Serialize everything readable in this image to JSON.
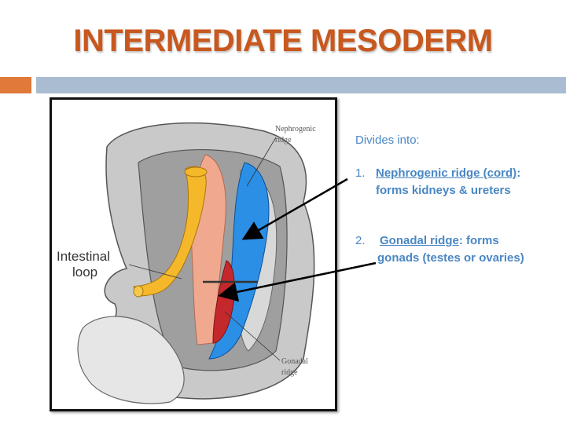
{
  "slide": {
    "title": "INTERMEDIATE MESODERM",
    "accent_orange": "#e0793a",
    "accent_blue": "#a9bcd1",
    "title_color": "#c8581e"
  },
  "diagram": {
    "label_nephrogenic_line1": "Nephrogenic",
    "label_nephrogenic_line2": "ridge",
    "label_intestinal_line1": "Intestinal",
    "label_intestinal_line2": "loop",
    "label_gonadal_line1": "Gonadal",
    "label_gonadal_line2": "ridge",
    "colors": {
      "yellow": "#f5b82a",
      "pink": "#f0a98e",
      "blue": "#2b8fe6",
      "red": "#c4282d",
      "gray": "#bdbdbd"
    }
  },
  "notes": {
    "intro": "Divides into:",
    "item1_number": "1.",
    "item1_term": "Nephrogenic ridge (cord)",
    "item1_colon": ":",
    "item1_desc": "forms kidneys & ureters",
    "item2_number": "2.",
    "item2_term": "Gonadal ridge",
    "item2_rest": ": forms",
    "item2_desc": "gonads (testes or ovaries)",
    "text_color": "#4a87c4"
  }
}
